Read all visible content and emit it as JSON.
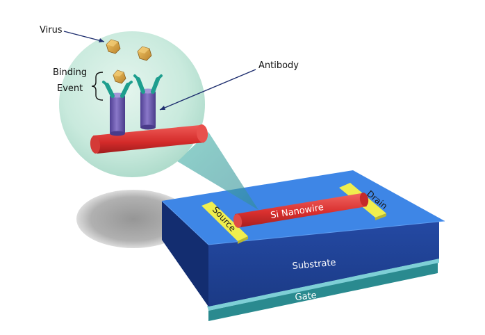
{
  "labels": {
    "virus": "Virus",
    "binding_line1": "Binding",
    "binding_line2": "Event",
    "antibody": "Antibody",
    "source": "Source",
    "drain": "Drain",
    "nanowire": "Si Nanowire",
    "substrate": "Substrate",
    "gate": "Gate"
  },
  "colors": {
    "substrate_top": "#3f87e6",
    "substrate_front": "#1f3f91",
    "substrate_side": "#16307a",
    "gate_front": "#2a8c91",
    "gate_top": "#7ecfd6",
    "electrode": "#f0ee4e",
    "nanowire": "#d9302f",
    "bubble": "#bfe8d8",
    "antibody_body": "#6d5cb0",
    "virus": "#d9a440"
  },
  "icons": [
    "virus-icon",
    "antibody-icon",
    "bracket-icon",
    "arrow-icon"
  ]
}
